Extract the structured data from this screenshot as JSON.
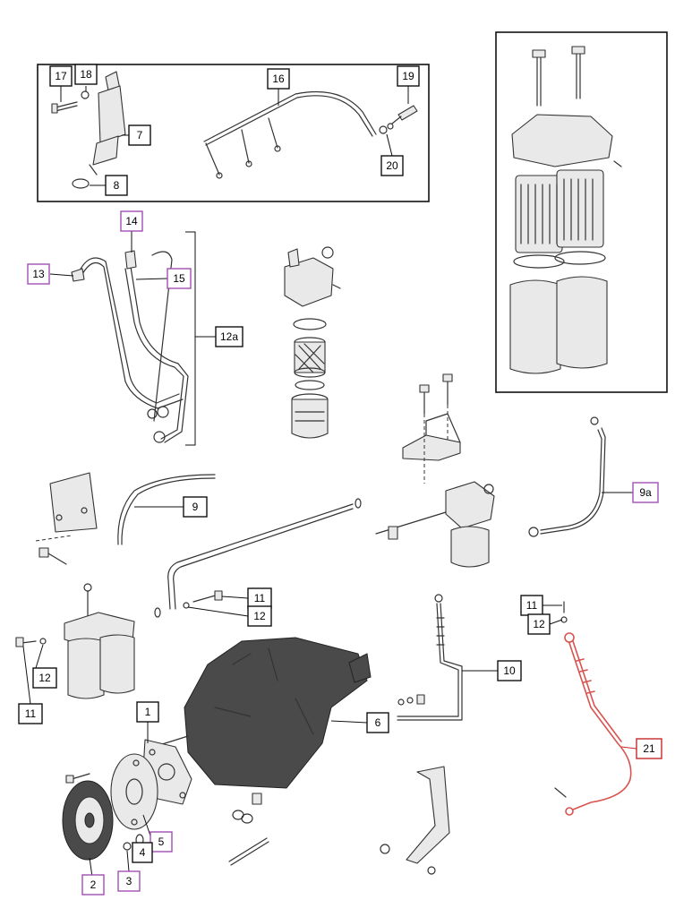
{
  "colors": {
    "standard": "#111111",
    "highlight_purple": "#a24fb5",
    "highlight_red": "#c42a2a",
    "line_art": "#333333"
  },
  "callouts": [
    {
      "id": "c17",
      "label": "17",
      "style": "black"
    },
    {
      "id": "c18",
      "label": "18",
      "style": "black"
    },
    {
      "id": "c7",
      "label": "7",
      "style": "black"
    },
    {
      "id": "c8",
      "label": "8",
      "style": "black"
    },
    {
      "id": "c16",
      "label": "16",
      "style": "black"
    },
    {
      "id": "c19",
      "label": "19",
      "style": "black"
    },
    {
      "id": "c20",
      "label": "20",
      "style": "black"
    },
    {
      "id": "c14",
      "label": "14",
      "style": "purple"
    },
    {
      "id": "c13",
      "label": "13",
      "style": "purple"
    },
    {
      "id": "c15",
      "label": "15",
      "style": "purple"
    },
    {
      "id": "c12a",
      "label": "12a",
      "style": "black"
    },
    {
      "id": "c9",
      "label": "9",
      "style": "black"
    },
    {
      "id": "c9a",
      "label": "9a",
      "style": "purple"
    },
    {
      "id": "c11a",
      "label": "11",
      "style": "black"
    },
    {
      "id": "c12b",
      "label": "12",
      "style": "black"
    },
    {
      "id": "c11b",
      "label": "11",
      "style": "black"
    },
    {
      "id": "c12c",
      "label": "12",
      "style": "black"
    },
    {
      "id": "c11c",
      "label": "11",
      "style": "black"
    },
    {
      "id": "c12d",
      "label": "12",
      "style": "black"
    },
    {
      "id": "c10",
      "label": "10",
      "style": "black"
    },
    {
      "id": "c1",
      "label": "1",
      "style": "black"
    },
    {
      "id": "c6",
      "label": "6",
      "style": "black"
    },
    {
      "id": "c21",
      "label": "21",
      "style": "red"
    },
    {
      "id": "c5",
      "label": "5",
      "style": "purple"
    },
    {
      "id": "c4",
      "label": "4",
      "style": "black"
    },
    {
      "id": "c3",
      "label": "3",
      "style": "purple"
    },
    {
      "id": "c2",
      "label": "2",
      "style": "purple"
    }
  ]
}
